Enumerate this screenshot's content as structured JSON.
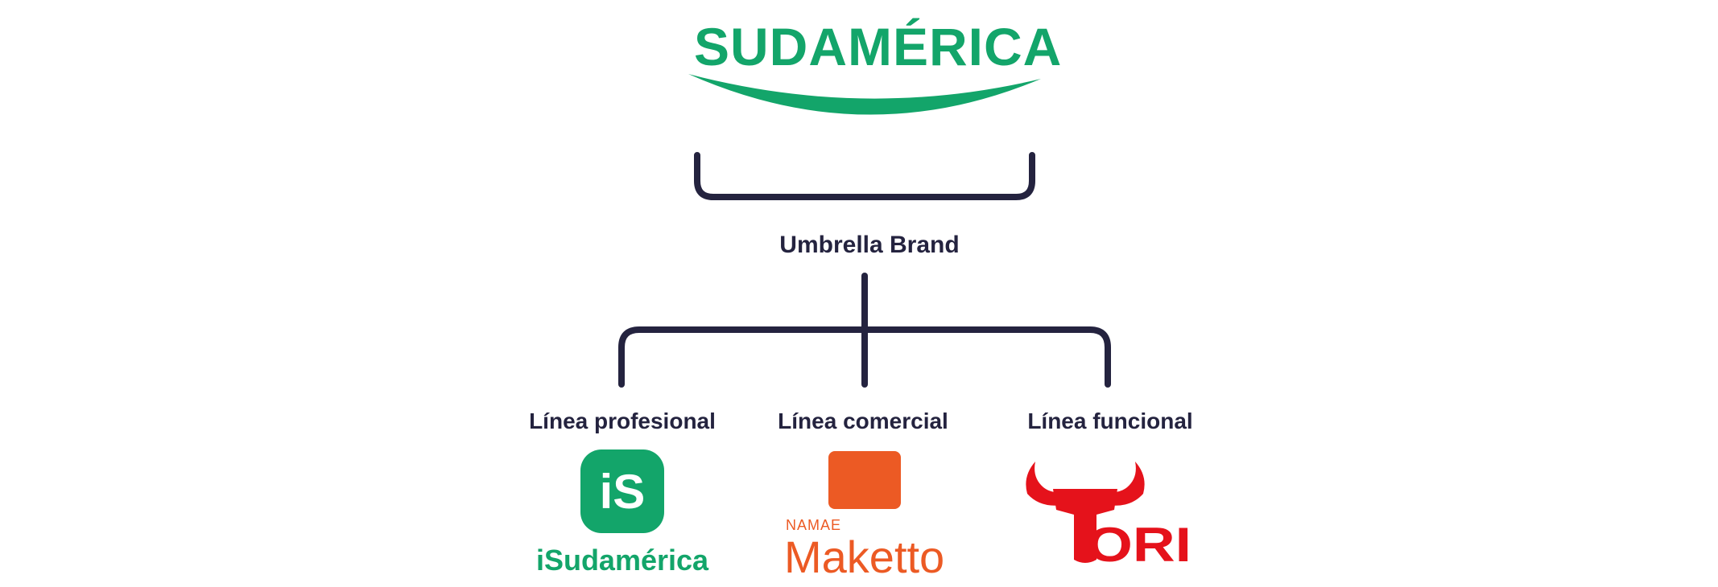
{
  "main_brand": {
    "name": "SUDAMÉRICA",
    "color": "#13a56a"
  },
  "umbrella": {
    "label": "Umbrella Brand"
  },
  "connector_color": "#24233f",
  "lines": [
    {
      "label": "Línea profesional",
      "brand": "iSudamérica",
      "badge_text": "iS",
      "color": "#13a56a"
    },
    {
      "label": "Línea comercial",
      "brand": "Maketto",
      "sub_brand": "NAMAE",
      "color": "#ec5a24"
    },
    {
      "label": "Línea funcional",
      "brand": "TORI",
      "color": "#e5121b"
    }
  ]
}
